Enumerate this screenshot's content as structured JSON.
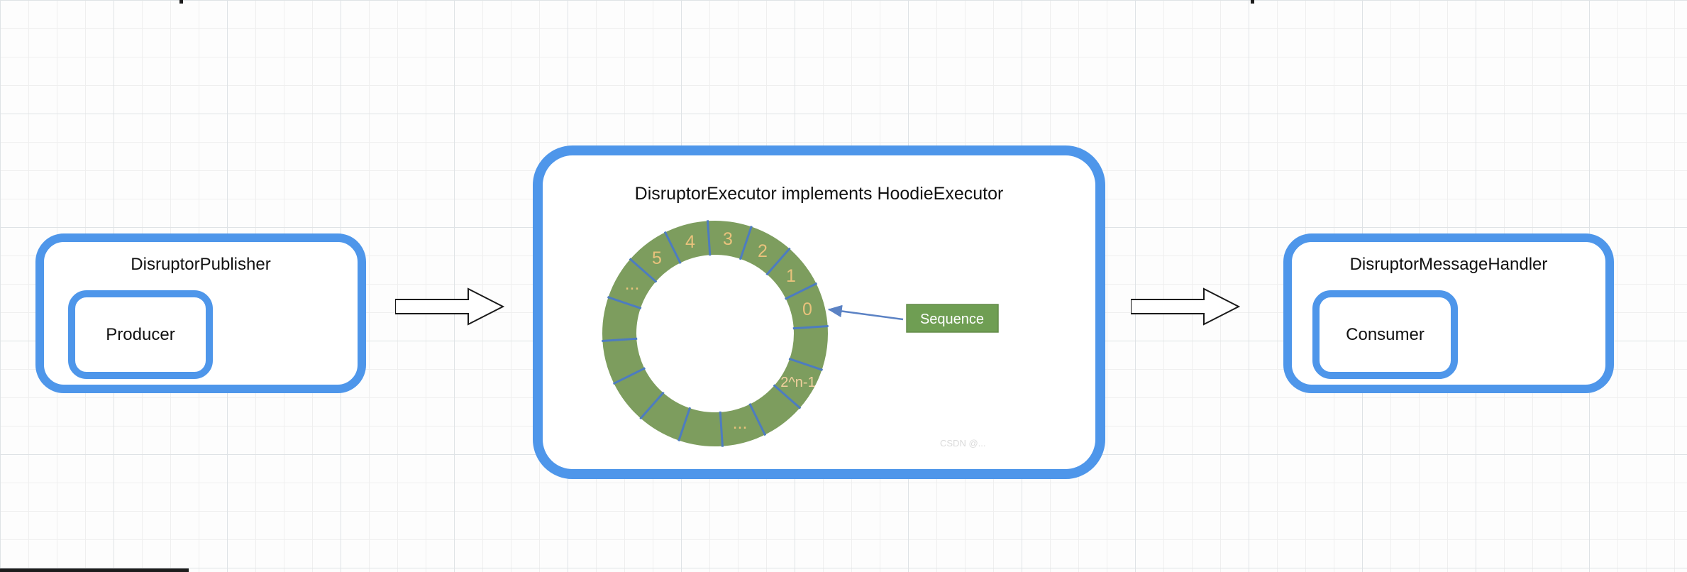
{
  "diagram": {
    "publisher": {
      "title": "DisruptorPublisher",
      "producer_label": "Producer"
    },
    "executor": {
      "title": "DisruptorExecutor implements HoodieExecutor",
      "sequence_label": "Sequence",
      "watermark": "CSDN @...",
      "ring": {
        "slot_labels": [
          "5",
          "4",
          "3",
          "2",
          "1",
          "0"
        ],
        "ellipsis_left": "...",
        "ellipsis_bottom": "...",
        "last_slot_label": "2^n-1",
        "segment_count": 16
      }
    },
    "handler": {
      "title": "DisruptorMessageHandler",
      "consumer_label": "Consumer"
    },
    "colors": {
      "box_border_blue": "#4e96ea",
      "ring_green": "#7d9d5e",
      "ring_divider_blue": "#4d7cc0",
      "slot_number_orange": "#e9c27c",
      "sequence_fill_green": "#6f9e53",
      "pointer_arrow_blue": "#5b82c4"
    }
  }
}
